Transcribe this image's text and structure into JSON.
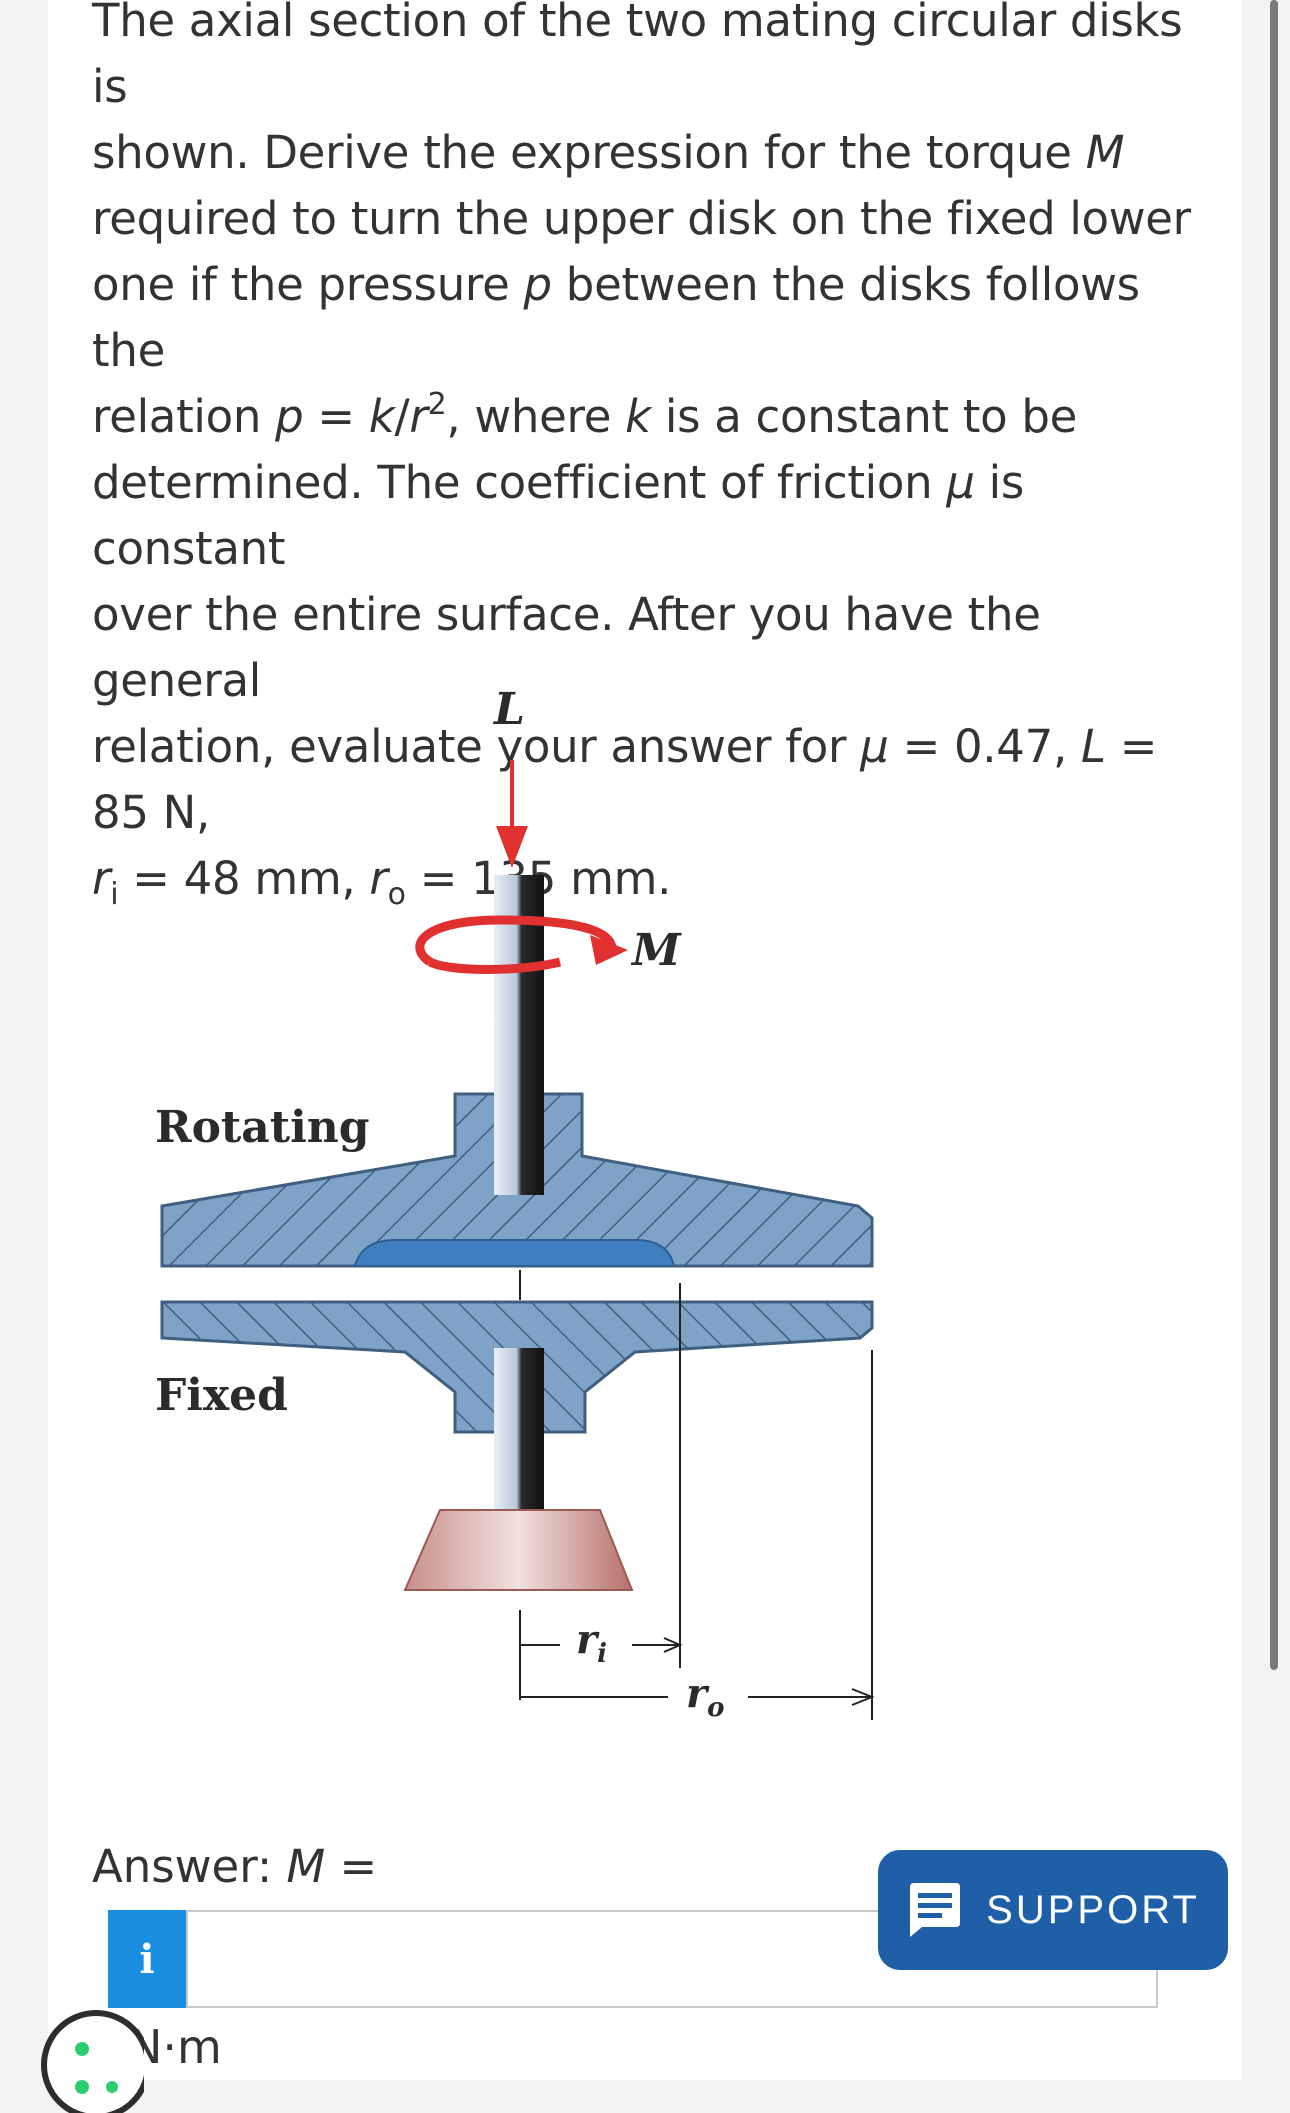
{
  "question": {
    "line1": "The axial section of the two mating circular disks is",
    "line2_a": "shown. Derive the expression for the torque ",
    "line2_M": "M",
    "line3": "required to turn the upper disk on the fixed lower",
    "line4_a": "one if the pressure ",
    "line4_p": "p",
    "line4_b": " between the disks follows the",
    "line5_a": "relation ",
    "line5_p": "p",
    "line5_eq": " = ",
    "line5_k": "k",
    "line5_slash": "/",
    "line5_r": "r",
    "line5_sup": "2",
    "line5_b": ", where ",
    "line5_k2": "k",
    "line5_c": " is a constant to be",
    "line6_a": "determined. The coefficient of friction ",
    "line6_mu": "μ",
    "line6_b": " is constant",
    "line7": "over the entire surface. After you have the general",
    "line8_a": "relation, evaluate your answer for ",
    "line8_mu": "μ",
    "line8_b": " = 0.47, ",
    "line8_L": "L",
    "line8_c": " = 85 N,",
    "line9_r1": "r",
    "line9_i": "i",
    "line9_a": " = 48 mm, ",
    "line9_r2": "r",
    "line9_o": "o",
    "line9_b": " = 135 mm."
  },
  "figure": {
    "load_label": "L",
    "moment_label": "M",
    "rotating_label": "Rotating",
    "fixed_label": "Fixed",
    "ri_label": "r",
    "ri_sub": "i",
    "ro_label": "r",
    "ro_sub": "o",
    "colors": {
      "disk_blue": "#7fa3c6",
      "hatch": "#3f5f80",
      "arrow_red": "#e03030",
      "base_pink": "#c98f8a",
      "shaft_dark": "#2a2a2a",
      "pad_blue": "#3f7fc0"
    }
  },
  "answer": {
    "label_a": "Answer: ",
    "label_M": "M",
    "label_b": " =",
    "info_icon": "i",
    "input_value": "",
    "unit": "N·m"
  },
  "support": {
    "label": "SUPPORT",
    "icon": "chat-icon",
    "color": "#1f5fa8"
  }
}
